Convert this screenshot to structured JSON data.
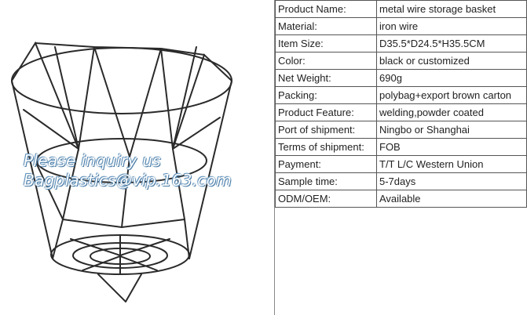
{
  "watermark": {
    "line1": "Please inquiry us",
    "line2": "Bagplastics@vip.163.com"
  },
  "photo": {
    "subject": "metal-wire-basket",
    "wire_color": "#2a2a2a"
  },
  "specs": [
    {
      "label": "Product Name:",
      "value": "metal wire storage basket"
    },
    {
      "label": "Material:",
      "value": "iron wire"
    },
    {
      "label": "Item Size:",
      "value": "D35.5*D24.5*H35.5CM"
    },
    {
      "label": "Color:",
      "value": "black or customized"
    },
    {
      "label": "Net Weight:",
      "value": "690g"
    },
    {
      "label": "Packing:",
      "value": "polybag+export brown carton"
    },
    {
      "label": "Product Feature:",
      "value": "welding,powder coated"
    },
    {
      "label": "Port of shipment:",
      "value": "Ningbo or Shanghai"
    },
    {
      "label": "Terms of shipment:",
      "value": "FOB"
    },
    {
      "label": "Payment:",
      "value": "T/T    L/C    Western Union"
    },
    {
      "label": "Sample time:",
      "value": "5-7days"
    },
    {
      "label": "ODM/OEM:",
      "value": "Available"
    }
  ]
}
